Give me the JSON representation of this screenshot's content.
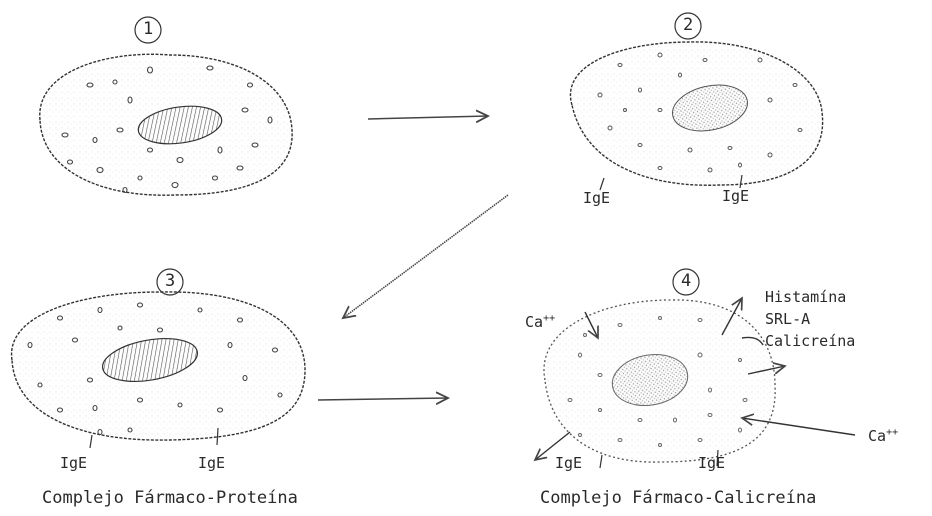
{
  "cells": [
    {
      "number": "1"
    },
    {
      "number": "2",
      "receptor_labels": [
        "IgE",
        "IgE"
      ]
    },
    {
      "number": "3",
      "receptor_labels": [
        "IgE",
        "IgE"
      ]
    },
    {
      "number": "4",
      "receptor_labels": [
        "IgE",
        "IgE"
      ]
    }
  ],
  "calcium": {
    "base": "Ca",
    "charge": "++"
  },
  "mediators": [
    "Histamína",
    "SRL-A",
    "Calicreína"
  ],
  "captions": {
    "left": "Complejo Fármaco-Proteína",
    "right": "Complejo Fármaco-Calicreína"
  },
  "colors": {
    "ink": "#2a2a2a",
    "nucleus_hatch": "#555555",
    "stipple": "#9a9a9a"
  }
}
